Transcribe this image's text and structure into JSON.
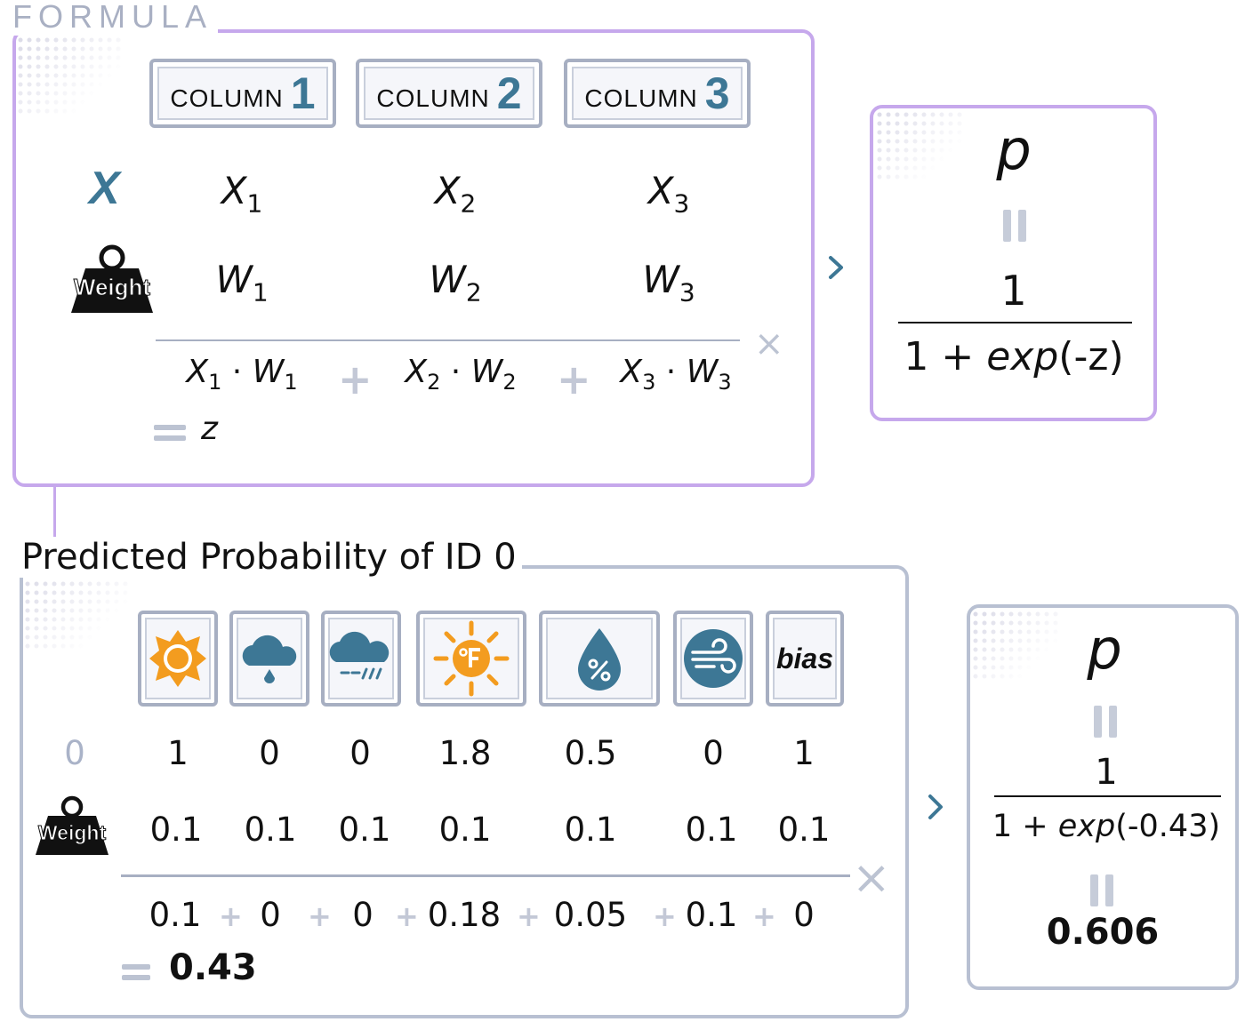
{
  "formula": {
    "label": "FORMULA",
    "columns": [
      {
        "label": "COLUMN",
        "number": "1"
      },
      {
        "label": "COLUMN",
        "number": "2"
      },
      {
        "label": "COLUMN",
        "number": "3"
      }
    ],
    "x_symbol": "X",
    "weight_icon_text": "Weight",
    "x_vars": [
      {
        "base": "X",
        "sub": "1"
      },
      {
        "base": "X",
        "sub": "2"
      },
      {
        "base": "X",
        "sub": "3"
      }
    ],
    "w_vars": [
      {
        "base": "W",
        "sub": "1"
      },
      {
        "base": "W",
        "sub": "2"
      },
      {
        "base": "W",
        "sub": "3"
      }
    ],
    "products": [
      {
        "x": "X",
        "xs": "1",
        "dot": "·",
        "w": "W",
        "ws": "1"
      },
      {
        "x": "X",
        "xs": "2",
        "dot": "·",
        "w": "W",
        "ws": "2"
      },
      {
        "x": "X",
        "xs": "3",
        "dot": "·",
        "w": "W",
        "ws": "3"
      }
    ],
    "plus": "+",
    "times": "×",
    "result": "z",
    "sigmoid": {
      "p": "p",
      "numerator": "1",
      "den_one": "1",
      "den_plus": "+",
      "den_exp": "exp",
      "den_arg": "(-z)"
    }
  },
  "prediction": {
    "title": "Predicted Probability of ID 0",
    "row_id": "0",
    "weight_icon_text": "Weight",
    "features": [
      {
        "icon": "sun-icon",
        "value": "1",
        "weight": "0.1",
        "product": "0.1"
      },
      {
        "icon": "rain-cloud-icon",
        "value": "0",
        "weight": "0.1",
        "product": "0"
      },
      {
        "icon": "sleet-cloud-icon",
        "value": "0",
        "weight": "0.1",
        "product": "0"
      },
      {
        "icon": "temperature-f-icon",
        "value": "1.8",
        "weight": "0.1",
        "product": "0.18"
      },
      {
        "icon": "humidity-icon",
        "value": "0.5",
        "weight": "0.1",
        "product": "0.05"
      },
      {
        "icon": "wind-icon",
        "value": "0",
        "weight": "0.1",
        "product": "0.1"
      },
      {
        "icon": "bias-label",
        "label": "bias",
        "value": "1",
        "weight": "0.1",
        "product": "0"
      }
    ],
    "plus": "+",
    "times": "×",
    "z_value": "0.43",
    "sigmoid": {
      "p": "p",
      "numerator": "1",
      "den_one": "1",
      "den_plus": "+",
      "den_exp": "exp",
      "den_arg": "(-0.43)",
      "result": "0.606"
    }
  },
  "colors": {
    "formula_border": "#c6a8ec",
    "prediction_border": "#b8c0d2",
    "accent_blue": "#3d7795",
    "sun_orange": "#f39c1f",
    "symbol_grey": "#bcc3d2"
  }
}
